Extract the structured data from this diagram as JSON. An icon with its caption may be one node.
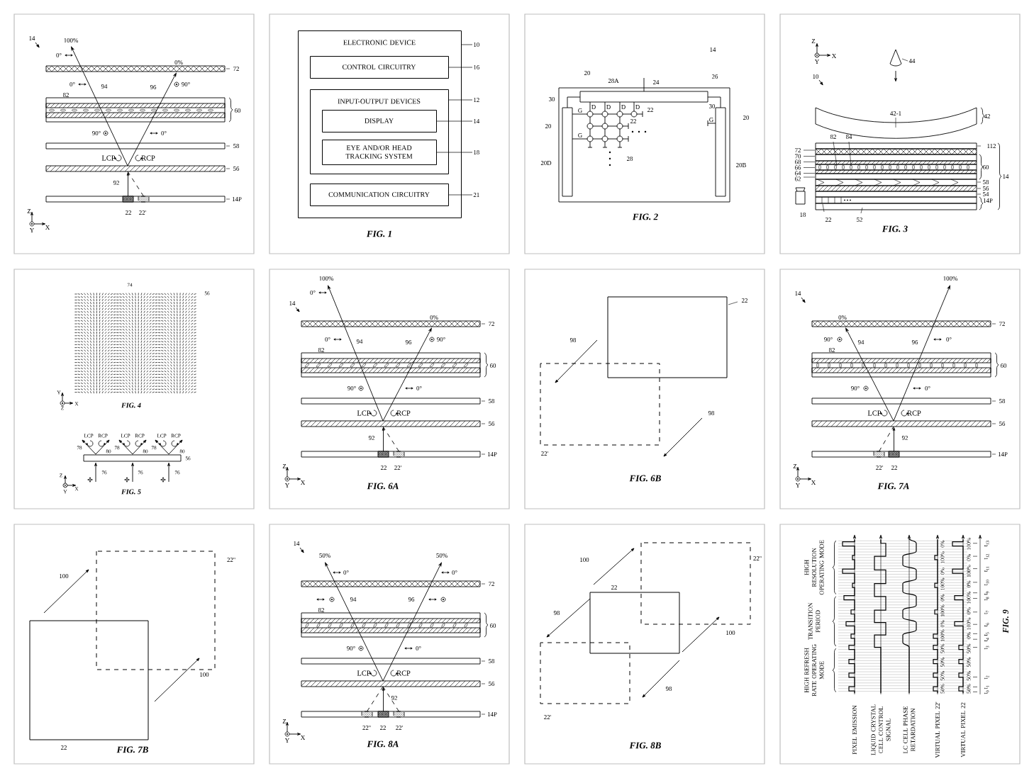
{
  "diagram": {
    "nodes": [
      {
        "text": [
          "ELECTRONIC DEVICE"
        ]
      },
      {
        "text": [
          "CONTROL CIRCUITRY"
        ],
        "in": 0
      },
      {
        "text": [
          "INPUT-OUTPUT DEVICES"
        ],
        "in": 0
      },
      {
        "text": [
          "DISPLAY"
        ],
        "in": 2
      },
      {
        "text": [
          "EYE AND/OR HEAD TRACKING SYSTEM"
        ],
        "in": 2
      },
      {
        "text": [
          "COMMUNICATION CIRCUITRY"
        ],
        "in": 0
      },
      {
        "text": [
          "10"
        ]
      },
      {
        "text": [
          "16"
        ]
      },
      {
        "text": [
          "12"
        ]
      },
      {
        "text": [
          "14"
        ]
      },
      {
        "text": [
          "18"
        ]
      },
      {
        "text": [
          "21"
        ]
      }
    ],
    "edges": [
      {
        "from": 6,
        "to": 0,
        "arrow": "none"
      },
      {
        "from": 7,
        "to": 1,
        "arrow": "none"
      },
      {
        "from": 8,
        "to": 2,
        "arrow": "none"
      },
      {
        "from": 9,
        "to": 3,
        "arrow": "none"
      },
      {
        "from": 10,
        "to": 4,
        "arrow": "none"
      },
      {
        "from": 11,
        "to": 5,
        "arrow": "none"
      }
    ],
    "labels": [
      "14",
      "100%",
      "0°",
      "0%",
      "72",
      "0°",
      "94",
      "96",
      "90°",
      "82",
      "60",
      "90°",
      "0°",
      "58",
      "LCP",
      "RCP",
      "56",
      "92",
      "14P",
      "Z",
      "22",
      "22'",
      "Y",
      "X",
      "FIG. 1",
      "14",
      "20",
      "28A",
      "24",
      "26",
      "30",
      "G",
      "D",
      "D",
      "D",
      "D",
      "22",
      "30",
      "22",
      "G",
      "20",
      "20",
      "G",
      "20D",
      "28",
      "20B",
      "FIG. 2",
      "Z",
      "Y",
      "X",
      "44",
      "10",
      "42-1",
      "42",
      "82",
      "84",
      "112",
      "72",
      "70",
      "68",
      "66",
      "60",
      "64",
      "14",
      "62",
      "58",
      "56",
      "54",
      "14P",
      "18",
      "22",
      "52",
      "FIG. 3",
      "74",
      "56",
      "Y",
      "Z",
      "X",
      "FIG. 4",
      "LCP",
      "RCP",
      "LCP",
      "RCP",
      "LCP",
      "RCP",
      "78",
      "80",
      "78",
      "80",
      "78",
      "80",
      "56",
      "Z",
      "76",
      "76",
      "76",
      "Y",
      "X",
      "FIG. 5",
      "14",
      "100%",
      "0°",
      "0%",
      "72",
      "0°",
      "94",
      "96",
      "90°",
      "82",
      "60",
      "90°",
      "0°",
      "58",
      "LCP",
      "RCP",
      "56",
      "92",
      "14P",
      "Z",
      "22",
      "22'",
      "Y",
      "X",
      "FIG. 6A",
      "22",
      "98",
      "98",
      "22'",
      "FIG. 6B",
      "14",
      "100%",
      "0%",
      "72",
      "90°",
      "94",
      "96",
      "0°",
      "82",
      "60",
      "90°",
      "0°",
      "58",
      "LCP",
      "RCP",
      "56",
      "92",
      "14P",
      "Z",
      "22'",
      "22",
      "Y",
      "X",
      "FIG. 7A",
      "22''",
      "100",
      "100",
      "22",
      "FIG. 7B",
      "14",
      "50%",
      "50%",
      "0°",
      "0°",
      "72",
      "94",
      "96",
      "82",
      "60",
      "90°",
      "0°",
      "58",
      "LCP",
      "RCP",
      "56",
      "92",
      "14P",
      "Z",
      "22''",
      "22",
      "22'",
      "Y",
      "X",
      "FIG. 8A",
      "100",
      "22''",
      "22",
      "98",
      "100",
      "98",
      "22'",
      "FIG. 8B",
      "HIGH RESOLUTION OPERATING MODE",
      "TRANSITION PERIOD",
      "HIGH REFRESH RATE OPERATING MODE",
      "0%",
      "100%",
      "100%",
      "0%",
      "0%",
      "100%",
      "100%",
      "0%",
      "0%",
      "100%",
      "100%",
      "0%",
      "0%",
      "100%",
      "100%",
      "0%",
      "50%",
      "50%",
      "50%",
      "50%",
      "50%",
      "50%",
      "50%",
      "50%",
      "t$_{13}$",
      "t$_{12}$",
      "t$_{11}$",
      "t$_{10}$",
      "t$_{9}$",
      "t$_{8}$",
      "t$_{7}$",
      "t$_{6}$",
      "t$_{5}$",
      "t$_{4}$",
      "t$_{3}$",
      "t$_{2}$",
      "t$_{1}$",
      "t$_{0}$",
      "PIXEL EMISSION",
      "LIQUID CRYSTAL CELL CONTROL SIGNAL",
      "LC CELL PHASE RETARDATION",
      "VIRTUAL PIXEL 22'",
      "VIRTUAL PIXEL 22",
      "FIG. 9"
    ]
  }
}
